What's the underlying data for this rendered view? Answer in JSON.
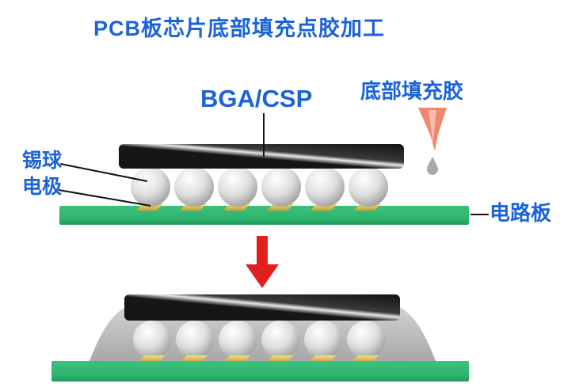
{
  "title": "PCB板芯片底部填充点胶加工",
  "labels": {
    "chip": "BGA/CSP",
    "underfill_glue": "底部填充胶",
    "solder_ball": "锡球",
    "electrode": "电极",
    "circuit_board": "电路板"
  },
  "diagram": {
    "solder_balls_per_row": 6,
    "stage_count": 2
  },
  "colors": {
    "label_text": "#1a63d8",
    "board_green": "#2cb56d",
    "chip_black": "#141414",
    "pad_gold": "#d9b84a",
    "dispenser_salmon": "#f0876f",
    "arrow_red": "#e31e1e",
    "underfill_gray": "#bcbcbc",
    "ball_gray": "#cfcfcf"
  }
}
